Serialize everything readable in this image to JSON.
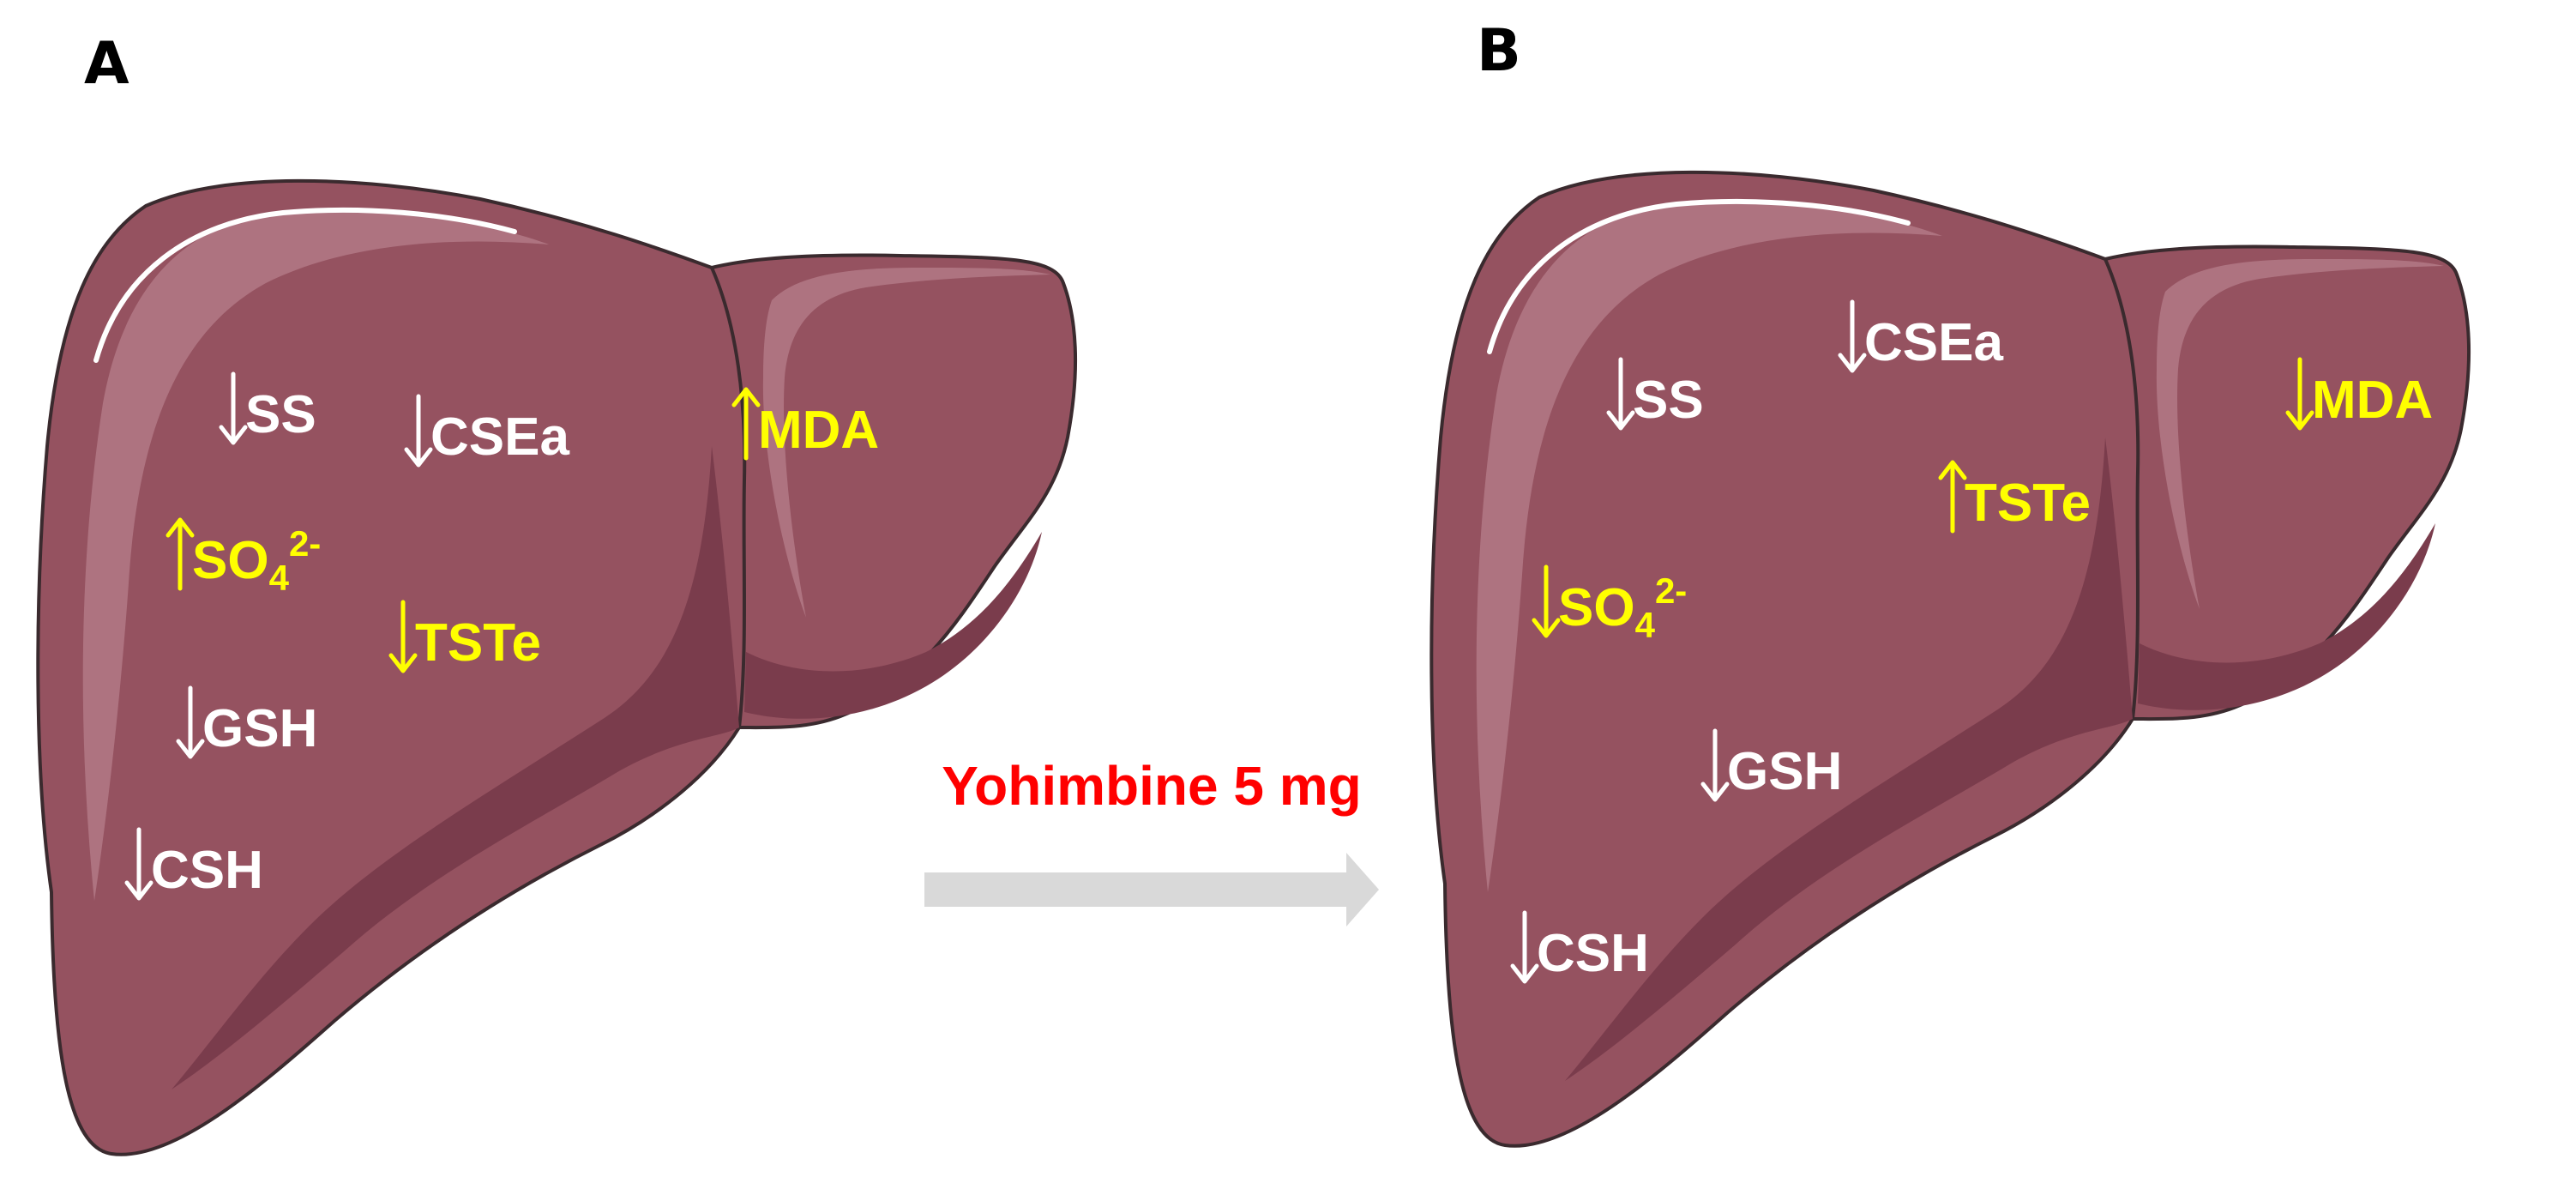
{
  "colors": {
    "liver_fill": "#955260",
    "liver_dark": "#7a3c4c",
    "liver_highlight": "#b77f8b",
    "outline": "#3a2a2e",
    "white_marker": "#ffffff",
    "yellow_marker": "#ffff00",
    "treatment_text": "#ff0000",
    "treatment_arrow": "#d9d9d9"
  },
  "panels": [
    {
      "label": "A",
      "markers": [
        {
          "name": "SS",
          "sub": "",
          "sup": "",
          "direction": "down",
          "color": "white"
        },
        {
          "name": "CSEa",
          "sub": "",
          "sup": "",
          "direction": "down",
          "color": "white"
        },
        {
          "name": "MDA",
          "sub": "",
          "sup": "",
          "direction": "up",
          "color": "yellow"
        },
        {
          "name": "SO",
          "sub": "4",
          "sup": "2-",
          "direction": "up",
          "color": "yellow"
        },
        {
          "name": "TSTe",
          "sub": "",
          "sup": "",
          "direction": "down",
          "color": "yellow"
        },
        {
          "name": "GSH",
          "sub": "",
          "sup": "",
          "direction": "down",
          "color": "white"
        },
        {
          "name": "CSH",
          "sub": "",
          "sup": "",
          "direction": "down",
          "color": "white"
        }
      ]
    },
    {
      "label": "B",
      "markers": [
        {
          "name": "CSEa",
          "sub": "",
          "sup": "",
          "direction": "down",
          "color": "white"
        },
        {
          "name": "SS",
          "sub": "",
          "sup": "",
          "direction": "down",
          "color": "white"
        },
        {
          "name": "MDA",
          "sub": "",
          "sup": "",
          "direction": "down",
          "color": "yellow"
        },
        {
          "name": "TSTe",
          "sub": "",
          "sup": "",
          "direction": "up",
          "color": "yellow"
        },
        {
          "name": "SO",
          "sub": "4",
          "sup": "2-",
          "direction": "down",
          "color": "yellow"
        },
        {
          "name": "GSH",
          "sub": "",
          "sup": "",
          "direction": "down",
          "color": "white"
        },
        {
          "name": "CSH",
          "sub": "",
          "sup": "",
          "direction": "down",
          "color": "white"
        }
      ]
    }
  ],
  "treatment": {
    "label": "Yohimbine 5 mg"
  }
}
